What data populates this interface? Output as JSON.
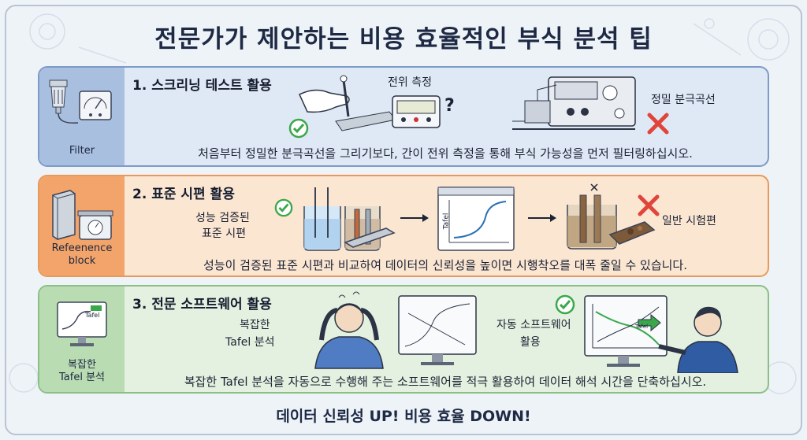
{
  "title": "전문가가 제안하는 비용 효율적인 부식 분석 팁",
  "footer": "데이터 신뢰성 UP! 비용 효율 DOWN!",
  "colors": {
    "card1_bg": "#dfe8f5",
    "card1_border": "#7d9bc8",
    "card1_side": "#a9bfe0",
    "card2_bg": "#fbe6d2",
    "card2_border": "#e89a5a",
    "card2_side": "#f2a46a",
    "card3_bg": "#e4f1e0",
    "card3_border": "#8cbf86",
    "card3_side": "#b9dcb3",
    "check": "#3aa84a",
    "cross": "#e0443a"
  },
  "sections": [
    {
      "heading": "1. 스크리닝 테스트 활용",
      "side_label": "Filter",
      "side_icon": "filter-icon",
      "label_potential": "전위 측정",
      "label_question": "?",
      "label_precise": "정밀 분극곡선",
      "caption": "처음부터 정밀한 분극곡선을 그리기보다, 간이 전위 측정을 통해 부식 가능성을 먼저 필터링하십시오."
    },
    {
      "heading": "2. 표준 시편 활용",
      "side_label_1": "Refeenence",
      "side_label_2": "block",
      "side_icon": "reference-block-icon",
      "label_verified_1": "성능 검증된",
      "label_verified_2": "표준 시편",
      "label_general": "일반 시험편",
      "graph_axis": "Tafel",
      "caption": "성능이 검증된 표준 시편과 비교하여 데이터의 신뢰성을 높이면 시행착오를 대폭 줄일 수 있습니다."
    },
    {
      "heading": "3. 전문 소프트웨어 활용",
      "side_label_1": "복잡한",
      "side_label_2": "Tafel 분석",
      "side_icon": "monitor-icon",
      "monitor_text": "Tafel",
      "label_complex_1": "복잡한",
      "label_complex_2": "Tafel 분석",
      "label_auto_1": "자동 소프트웨어",
      "label_auto_2": "활용",
      "screen_text": "Tafel",
      "caption": "복잡한 Tafel 분석을 자동으로 수행해 주는 소프트웨어를 적극 활용하여 데이터 해석 시간을 단축하십시오."
    }
  ]
}
